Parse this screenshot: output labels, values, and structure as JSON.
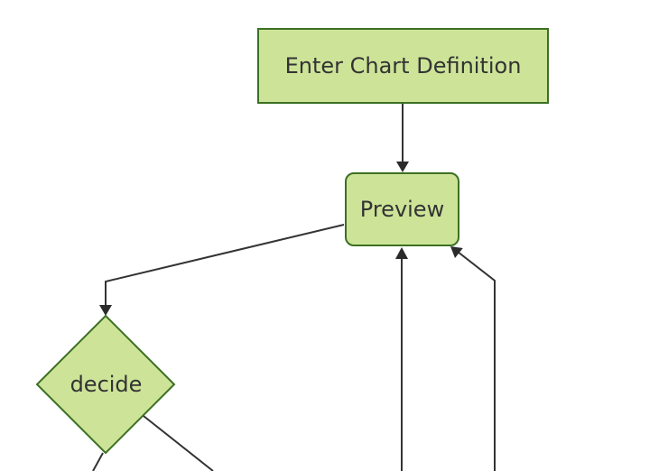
{
  "diagram": {
    "type": "flowchart",
    "theme": "forest",
    "background": "#ffffff",
    "colors": {
      "node_fill": "#cde498",
      "node_border": "#3c7023",
      "edge_line": "#333333",
      "arrowhead": "#2b2b2b",
      "text": "#333333"
    },
    "nodes": [
      {
        "id": "enter",
        "label": "Enter Chart Definition",
        "shape": "rectangle"
      },
      {
        "id": "preview",
        "label": "Preview",
        "shape": "rounded-rectangle"
      },
      {
        "id": "decide",
        "label": "decide",
        "shape": "diamond"
      }
    ],
    "edges": [
      {
        "from": "enter",
        "to": "preview",
        "arrow": true
      },
      {
        "from": "offscreen-bottom-center",
        "to": "preview",
        "arrow": true
      },
      {
        "from": "offscreen-bottom-right",
        "to": "preview",
        "arrow": true
      },
      {
        "from": "preview",
        "to": "decide",
        "arrow": true
      },
      {
        "from": "decide",
        "to": "offscreen-bottom-left",
        "arrow": false
      },
      {
        "from": "decide",
        "to": "offscreen-bottom",
        "arrow": false
      }
    ]
  }
}
